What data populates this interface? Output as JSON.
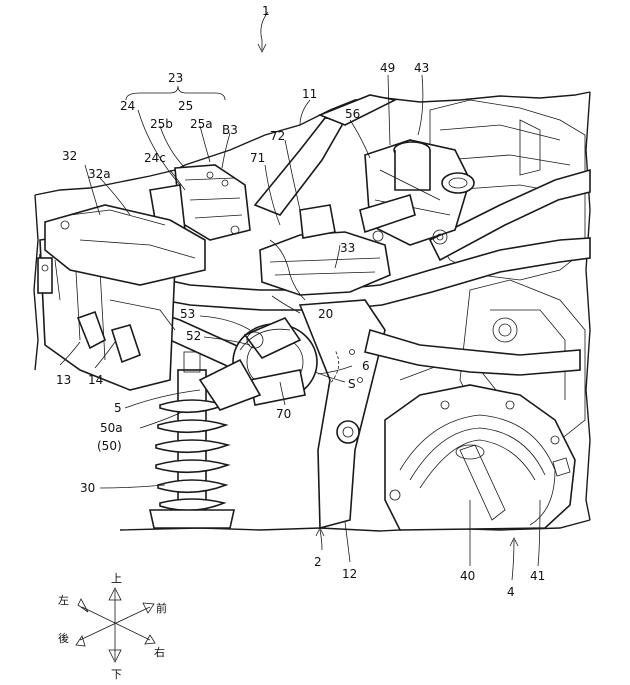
{
  "figure": {
    "labels": [
      "1",
      "23",
      "24",
      "25",
      "25b",
      "25a",
      "B3",
      "24c",
      "32",
      "32a",
      "11",
      "56",
      "49",
      "43",
      "72",
      "71",
      "33",
      "53",
      "52",
      "20",
      "6",
      "S",
      "70",
      "13",
      "14",
      "5",
      "50a",
      "(50)",
      "30",
      "2",
      "12",
      "40",
      "4",
      "41"
    ]
  },
  "direction_indicator": {
    "up": "上",
    "down": "下",
    "left": "左",
    "front": "前",
    "rear": "後",
    "right": "右"
  }
}
